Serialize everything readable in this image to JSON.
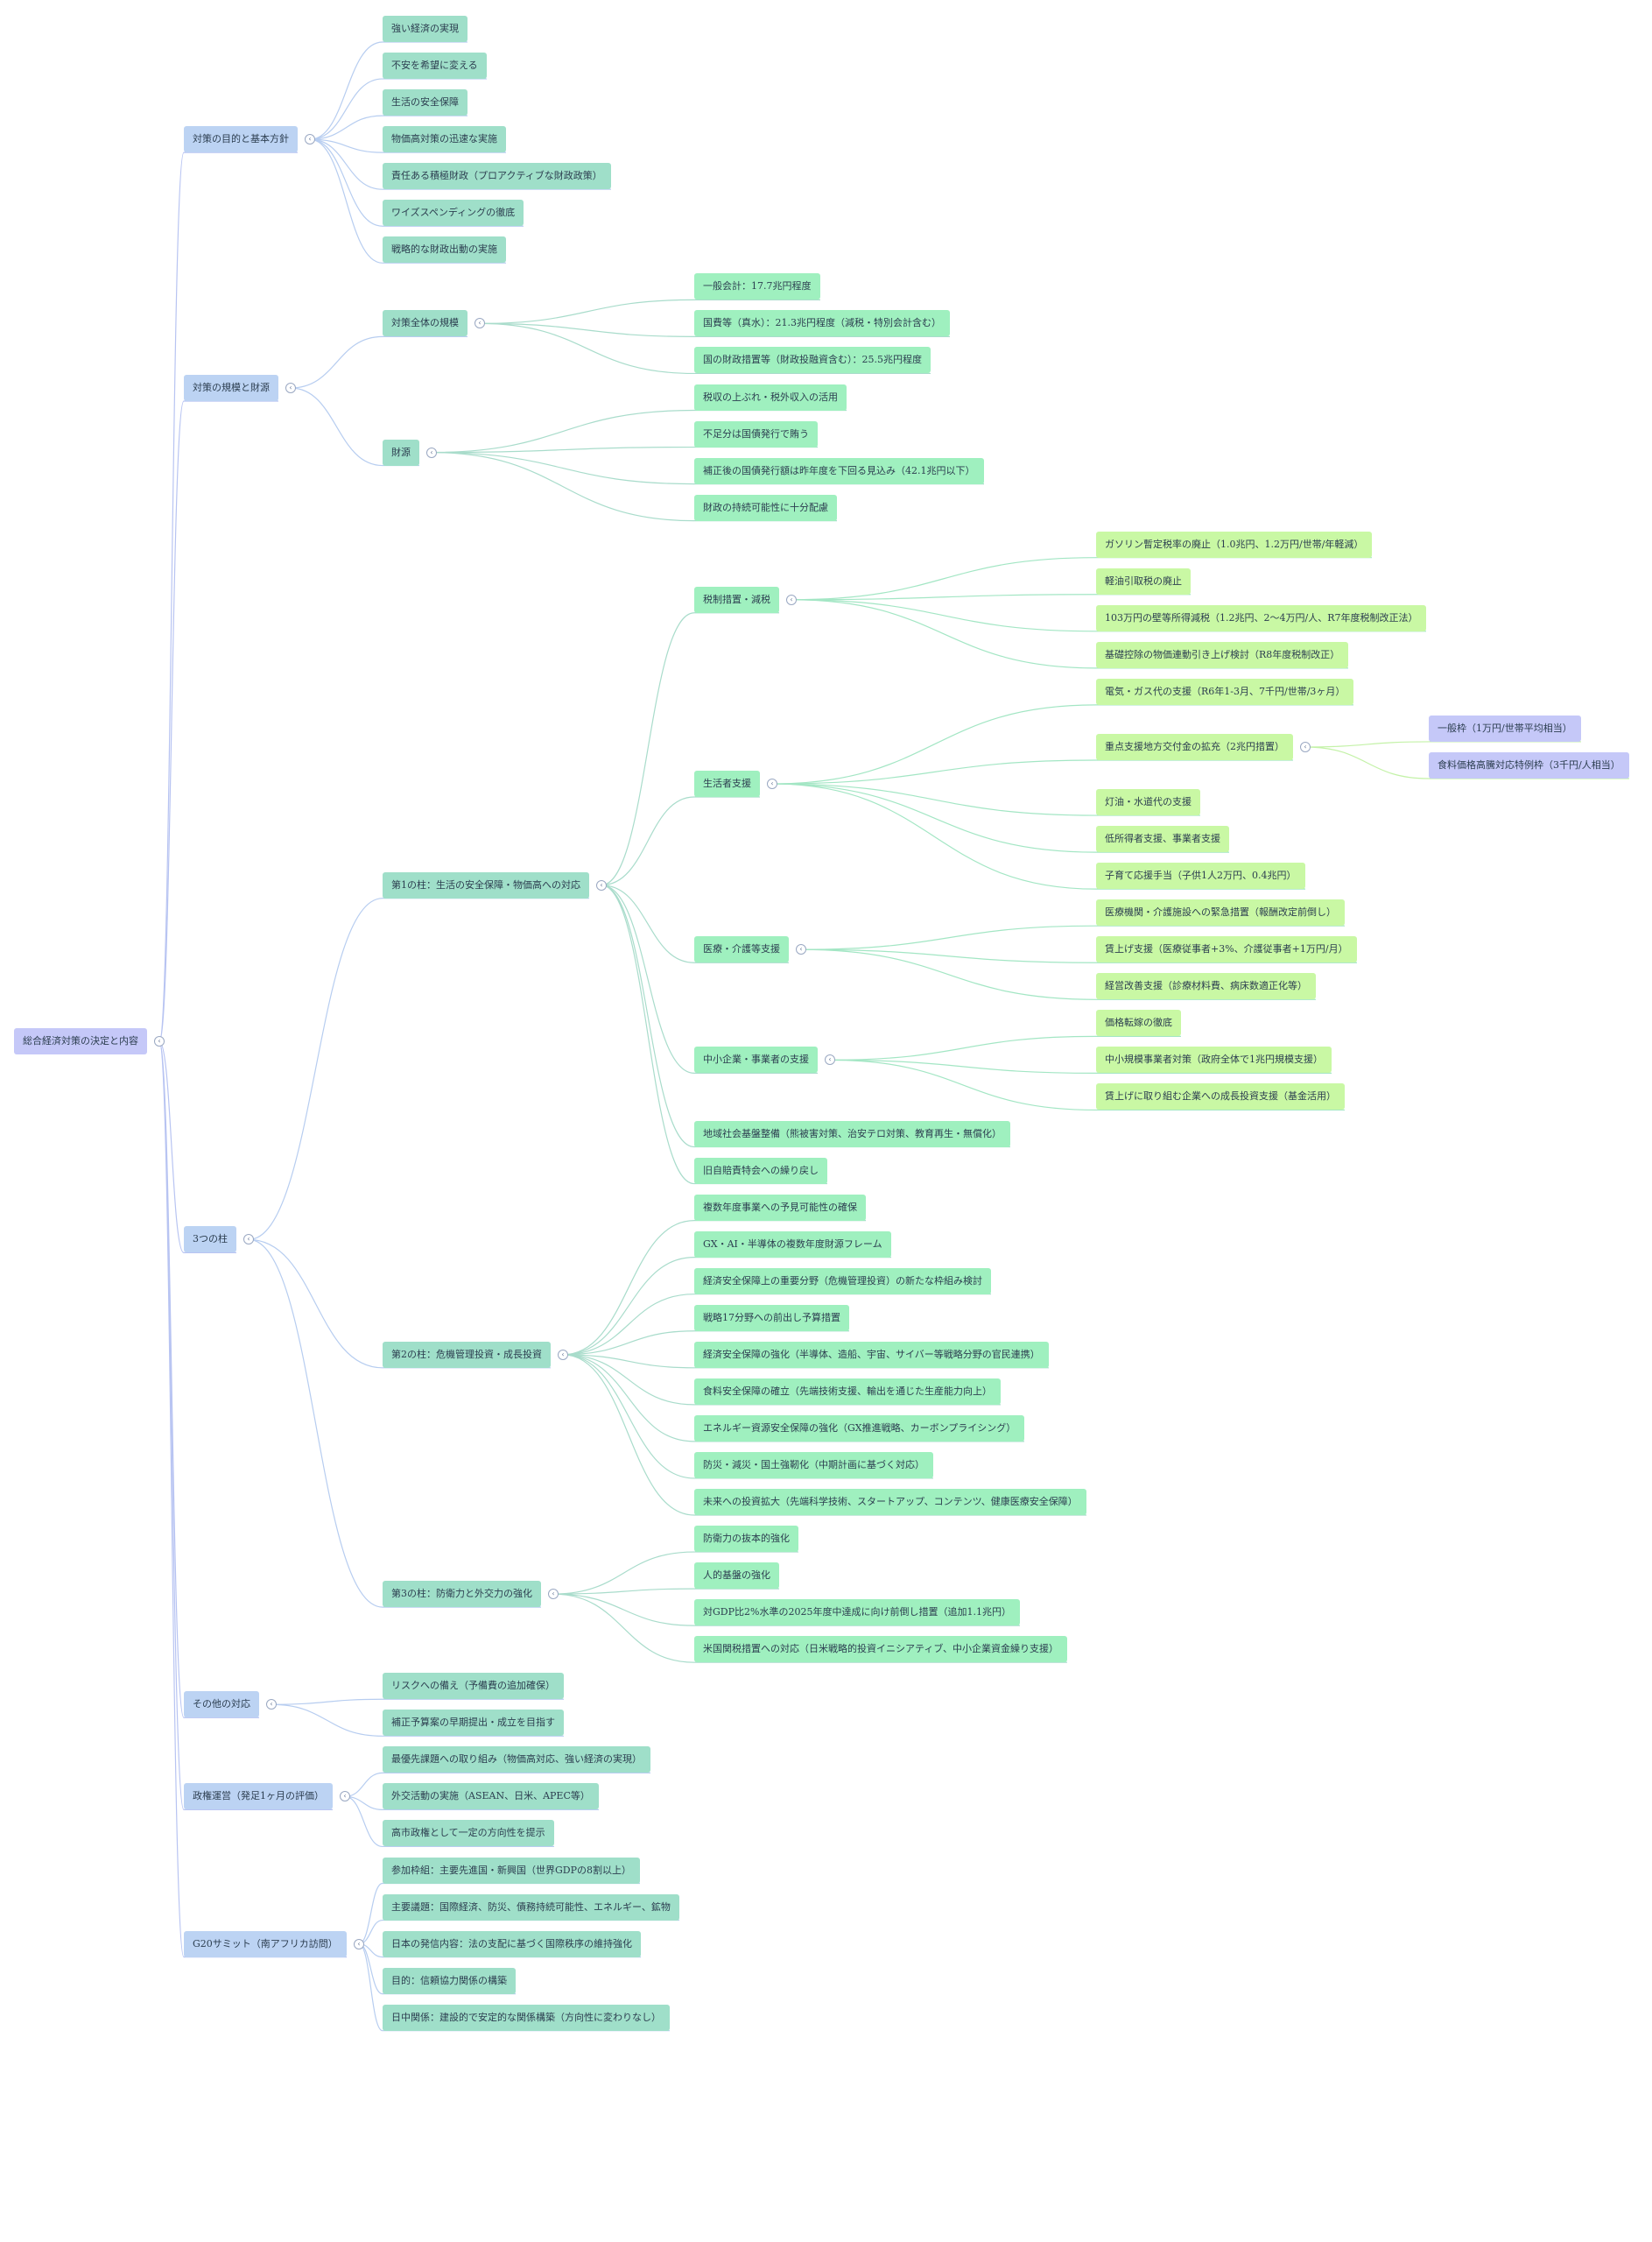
{
  "mindmap": {
    "root": {
      "label": "総合経済対策の決定と内容",
      "children": [
        {
          "label": "対策の目的と基本方針",
          "children": [
            {
              "label": "強い経済の実現"
            },
            {
              "label": "不安を希望に変える"
            },
            {
              "label": "生活の安全保障"
            },
            {
              "label": "物価高対策の迅速な実施"
            },
            {
              "label": "責任ある積極財政（プロアクティブな財政政策）"
            },
            {
              "label": "ワイズスペンディングの徹底"
            },
            {
              "label": "戦略的な財政出動の実施"
            }
          ]
        },
        {
          "label": "対策の規模と財源",
          "children": [
            {
              "label": "対策全体の規模",
              "children": [
                {
                  "label": "一般会計：17.7兆円程度"
                },
                {
                  "label": "国費等（真水）：21.3兆円程度（減税・特別会計含む）"
                },
                {
                  "label": "国の財政措置等（財政投融資含む）：25.5兆円程度"
                }
              ]
            },
            {
              "label": "財源",
              "children": [
                {
                  "label": "税収の上ぶれ・税外収入の活用"
                },
                {
                  "label": "不足分は国債発行で賄う"
                },
                {
                  "label": "補正後の国債発行額は昨年度を下回る見込み（42.1兆円以下）"
                },
                {
                  "label": "財政の持続可能性に十分配慮"
                }
              ]
            }
          ]
        },
        {
          "label": "3つの柱",
          "children": [
            {
              "label": "第1の柱：生活の安全保障・物価高への対応",
              "children": [
                {
                  "label": "税制措置・減税",
                  "children": [
                    {
                      "label": "ガソリン暫定税率の廃止（1.0兆円、1.2万円/世帯/年軽減）"
                    },
                    {
                      "label": "軽油引取税の廃止"
                    },
                    {
                      "label": "103万円の壁等所得減税（1.2兆円、2〜4万円/人、R7年度税制改正法）"
                    },
                    {
                      "label": "基礎控除の物価連動引き上げ検討（R8年度税制改正）"
                    }
                  ]
                },
                {
                  "label": "生活者支援",
                  "children": [
                    {
                      "label": "電気・ガス代の支援（R6年1-3月、7千円/世帯/3ヶ月）"
                    },
                    {
                      "label": "重点支援地方交付金の拡充（2兆円措置）",
                      "children": [
                        {
                          "label": "一般枠（1万円/世帯平均相当）"
                        },
                        {
                          "label": "食料価格高騰対応特例枠（3千円/人相当）"
                        }
                      ]
                    },
                    {
                      "label": "灯油・水道代の支援"
                    },
                    {
                      "label": "低所得者支援、事業者支援"
                    },
                    {
                      "label": "子育て応援手当（子供1人2万円、0.4兆円）"
                    }
                  ]
                },
                {
                  "label": "医療・介護等支援",
                  "children": [
                    {
                      "label": "医療機関・介護施設への緊急措置（報酬改定前倒し）"
                    },
                    {
                      "label": "賃上げ支援（医療従事者+3%、介護従事者+1万円/月）"
                    },
                    {
                      "label": "経営改善支援（診療材料費、病床数適正化等）"
                    }
                  ]
                },
                {
                  "label": "中小企業・事業者の支援",
                  "children": [
                    {
                      "label": "価格転嫁の徹底"
                    },
                    {
                      "label": "中小規模事業者対策（政府全体で1兆円規模支援）"
                    },
                    {
                      "label": "賃上げに取り組む企業への成長投資支援（基金活用）"
                    }
                  ]
                },
                {
                  "label": "地域社会基盤整備（熊被害対策、治安テロ対策、教育再生・無償化）"
                },
                {
                  "label": "旧自賠責特会への繰り戻し"
                }
              ]
            },
            {
              "label": "第2の柱：危機管理投資・成長投資",
              "children": [
                {
                  "label": "複数年度事業への予見可能性の確保"
                },
                {
                  "label": "GX・AI・半導体の複数年度財源フレーム"
                },
                {
                  "label": "経済安全保障上の重要分野（危機管理投資）の新たな枠組み検討"
                },
                {
                  "label": "戦略17分野への前出し予算措置"
                },
                {
                  "label": "経済安全保障の強化（半導体、造船、宇宙、サイバー等戦略分野の官民連携）"
                },
                {
                  "label": "食料安全保障の確立（先端技術支援、輸出を通じた生産能力向上）"
                },
                {
                  "label": "エネルギー資源安全保障の強化（GX推進戦略、カーボンプライシング）"
                },
                {
                  "label": "防災・減災・国土強靭化（中期計画に基づく対応）"
                },
                {
                  "label": "未来への投資拡大（先端科学技術、スタートアップ、コンテンツ、健康医療安全保障）"
                }
              ]
            },
            {
              "label": "第3の柱：防衛力と外交力の強化",
              "children": [
                {
                  "label": "防衛力の抜本的強化"
                },
                {
                  "label": "人的基盤の強化"
                },
                {
                  "label": "対GDP比2%水準の2025年度中達成に向け前倒し措置（追加1.1兆円）"
                },
                {
                  "label": "米国関税措置への対応（日米戦略的投資イニシアティブ、中小企業資金繰り支援）"
                }
              ]
            }
          ]
        },
        {
          "label": "その他の対応",
          "children": [
            {
              "label": "リスクへの備え（予備費の追加確保）"
            },
            {
              "label": "補正予算案の早期提出・成立を目指す"
            }
          ]
        },
        {
          "label": "政権運営（発足1ヶ月の評価）",
          "children": [
            {
              "label": "最優先課題への取り組み（物価高対応、強い経済の実現）"
            },
            {
              "label": "外交活動の実施（ASEAN、日米、APEC等）"
            },
            {
              "label": "高市政権として一定の方向性を提示"
            }
          ]
        },
        {
          "label": "G20サミット（南アフリカ訪問）",
          "children": [
            {
              "label": "参加枠組：主要先進国・新興国（世界GDPの8割以上）"
            },
            {
              "label": "主要議題：国際経済、防災、債務持続可能性、エネルギー、鉱物"
            },
            {
              "label": "日本の発信内容：法の支配に基づく国際秩序の維持強化"
            },
            {
              "label": "目的：信頼協力関係の構築"
            },
            {
              "label": "日中関係：建設的で安定的な関係構築（方向性に変わりなし）"
            }
          ]
        }
      ]
    }
  }
}
